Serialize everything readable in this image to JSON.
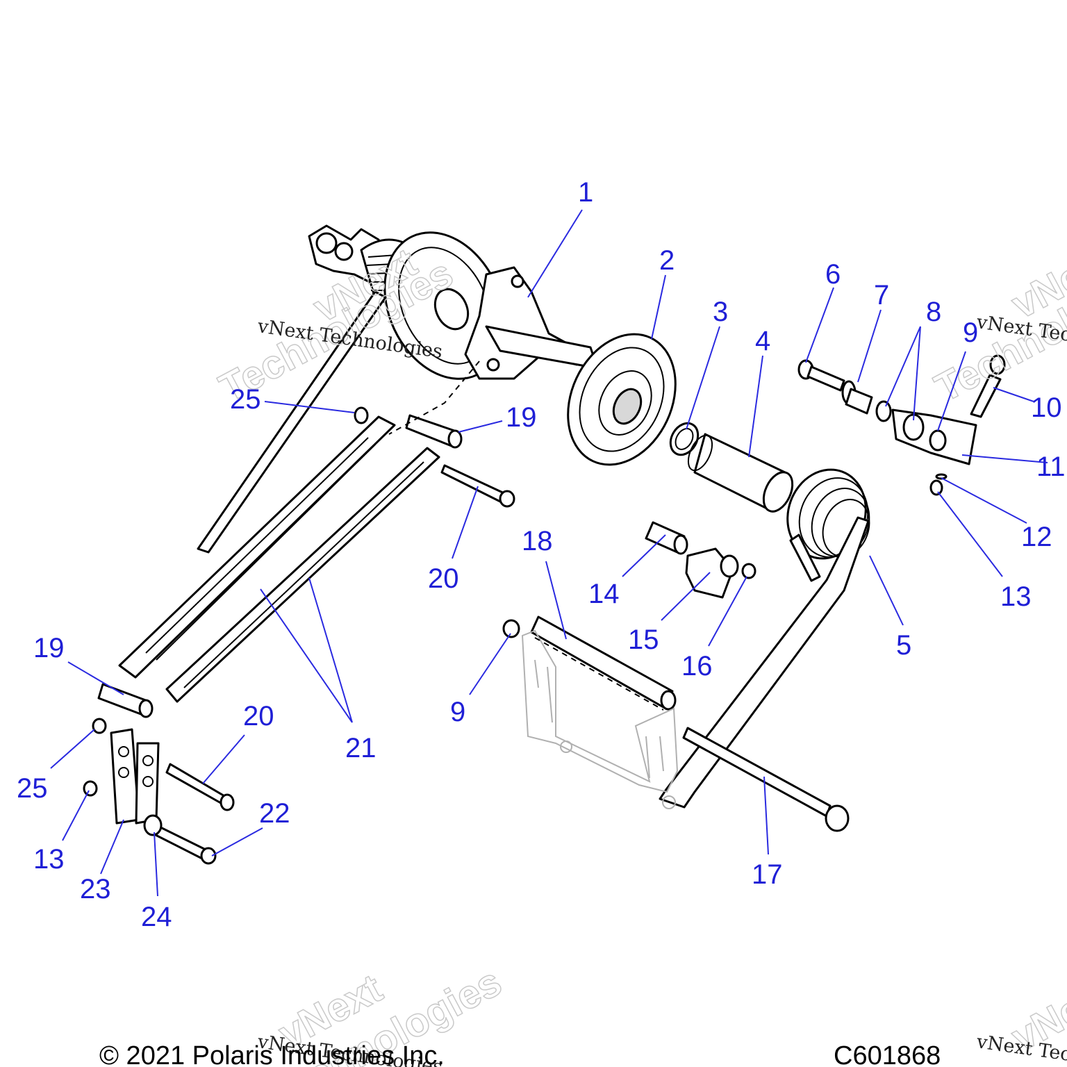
{
  "watermark_text": "vNext Technologies",
  "watermark_outline_word1": "vNext",
  "watermark_outline_word2": "Technologies",
  "footer": {
    "copyright": "© 2021 Polaris Industries Inc.",
    "drawing_number": "C601868"
  },
  "callouts": {
    "c1": "1",
    "c2": "2",
    "c3": "3",
    "c4": "4",
    "c5": "5",
    "c6": "6",
    "c7": "7",
    "c8": "8",
    "c9a": "9",
    "c10": "10",
    "c11": "11",
    "c12": "12",
    "c13a": "13",
    "c14": "14",
    "c15": "15",
    "c16": "16",
    "c17": "17",
    "c18": "18",
    "c19a": "19",
    "c20a": "20",
    "c9b": "9",
    "c19b": "19",
    "c21": "21",
    "c20b": "20",
    "c22": "22",
    "c25a": "25",
    "c25b": "25",
    "c13b": "13",
    "c23": "23",
    "c24": "24"
  },
  "colors": {
    "callout": "#1f1fd6",
    "leader": "#2a2ae0",
    "line_art": "#000000"
  }
}
